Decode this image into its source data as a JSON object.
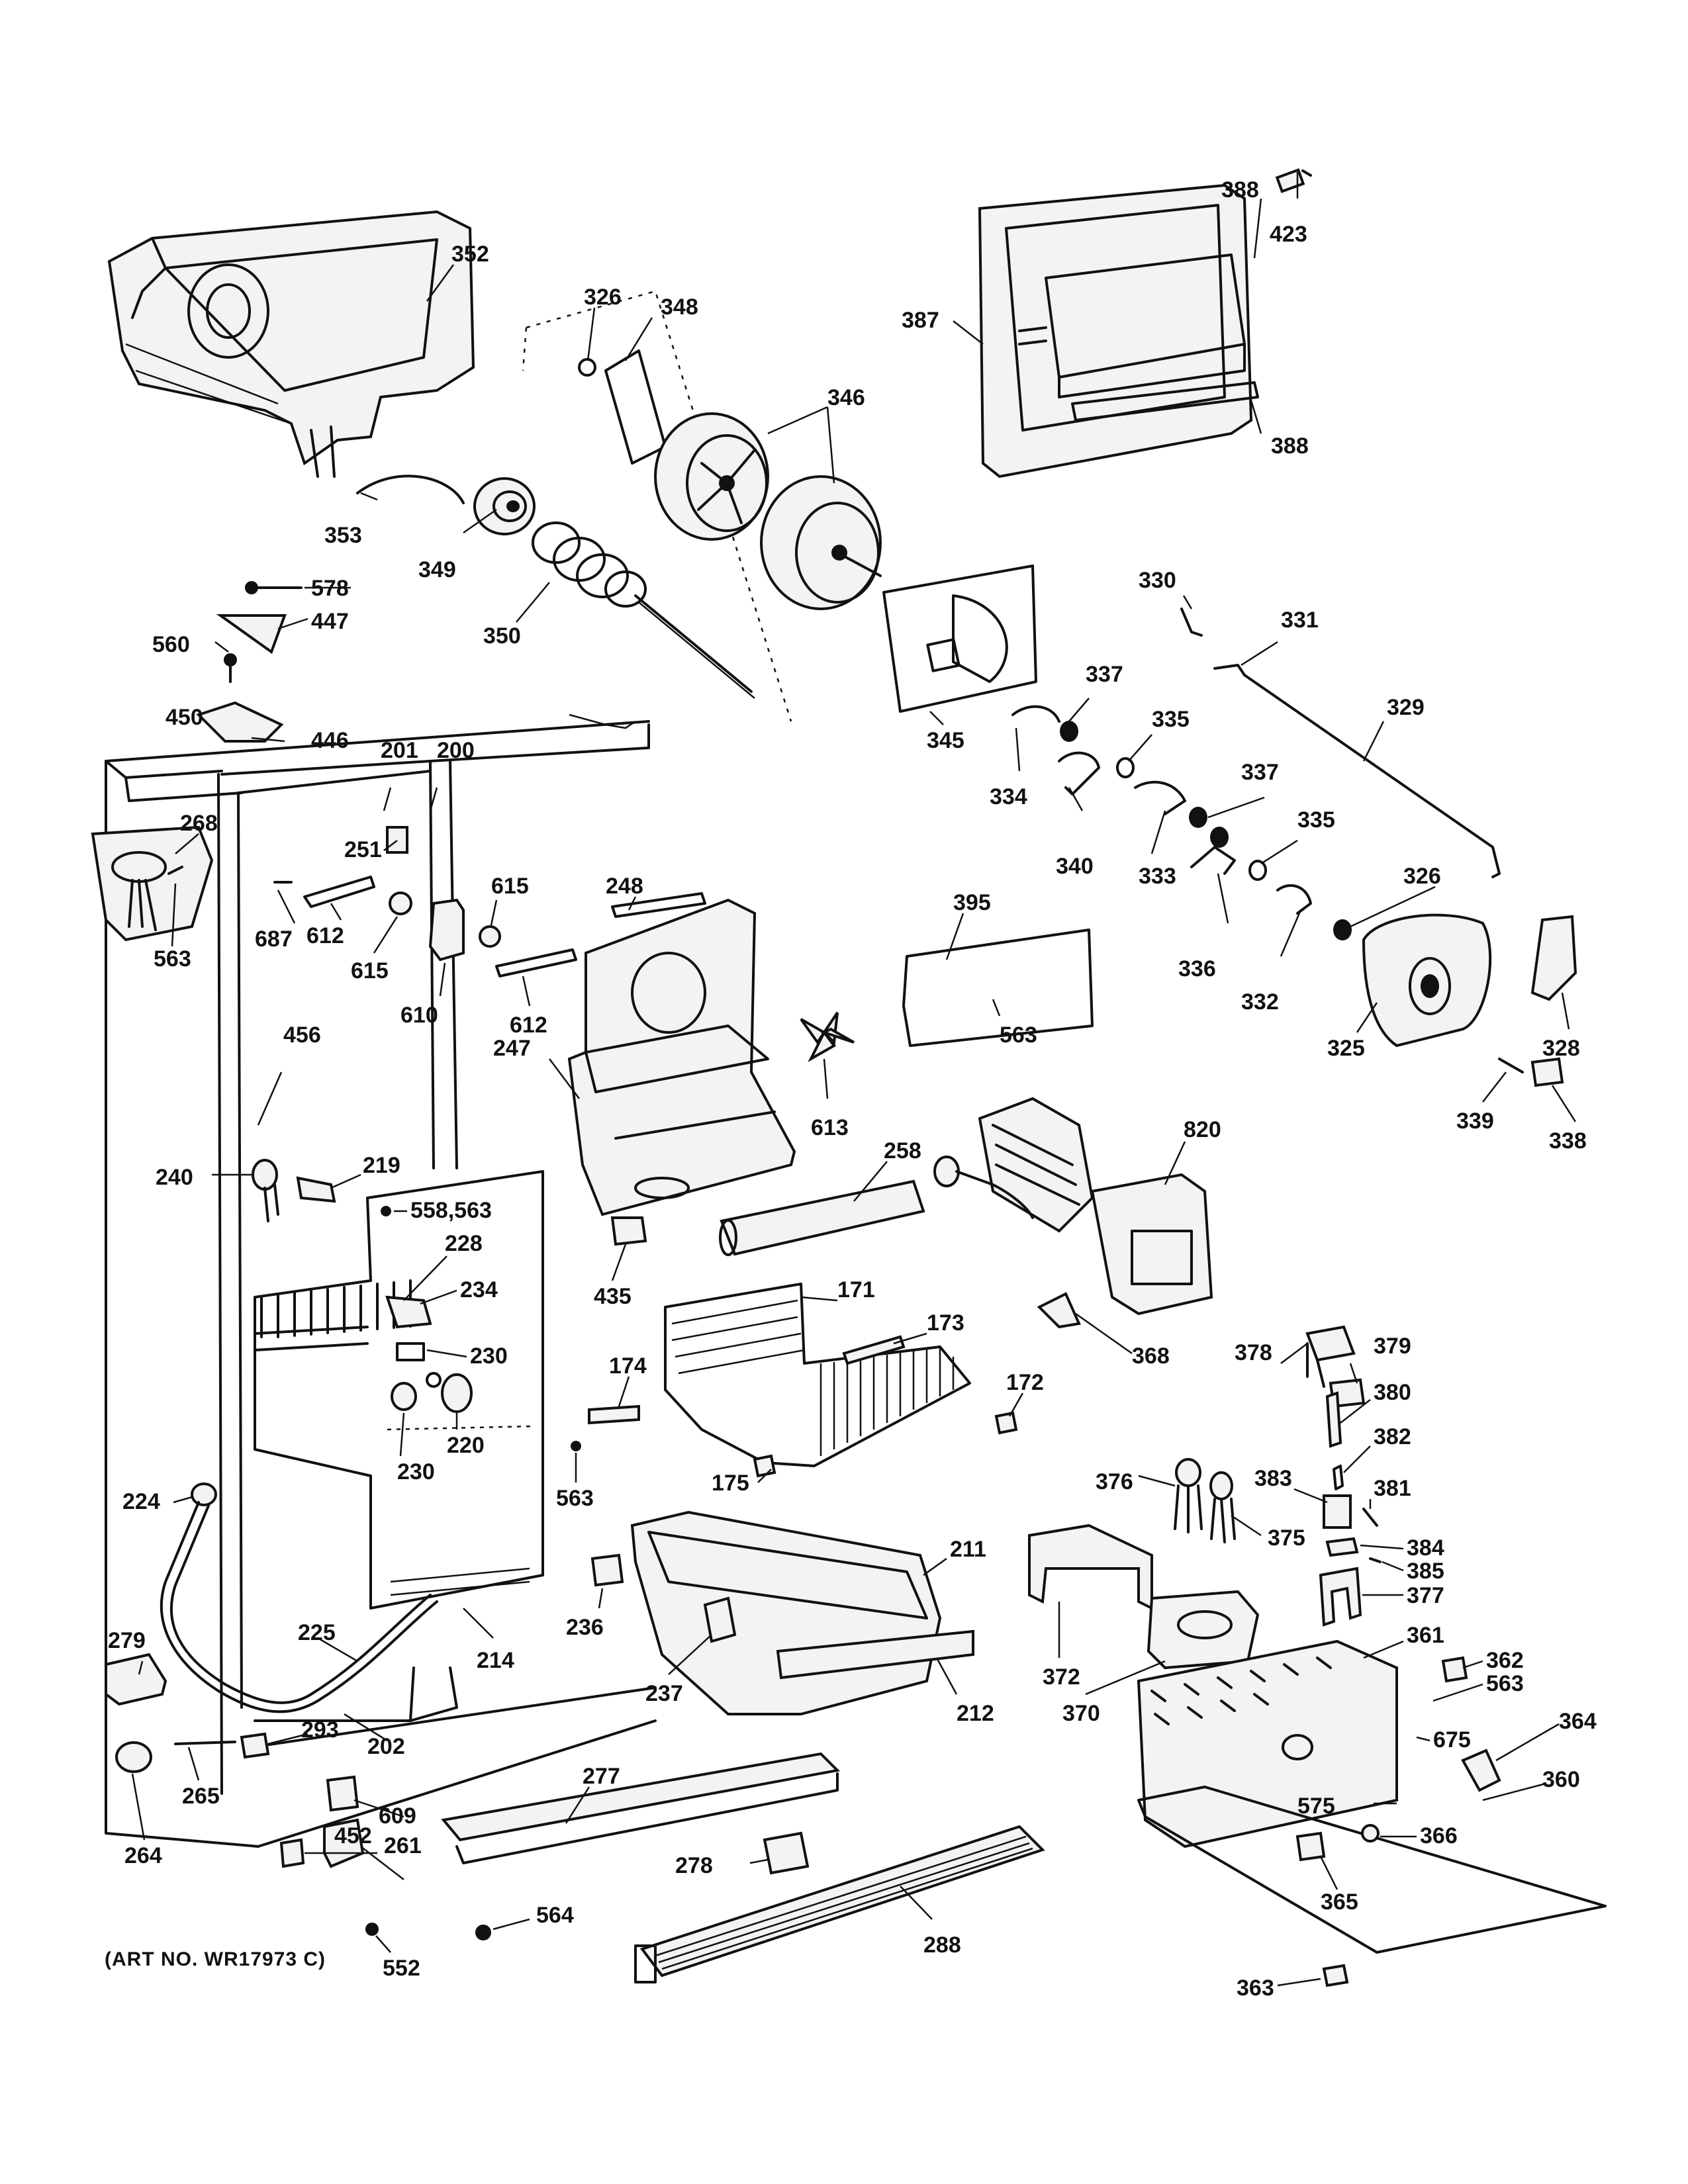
{
  "art_number": "(ART NO. WR17973 C)",
  "callouts": {
    "c352": "352",
    "c326a": "326",
    "c348": "348",
    "c346": "346",
    "c388a": "388",
    "c423": "423",
    "c387": "387",
    "c388b": "388",
    "c353": "353",
    "c349": "349",
    "c350": "350",
    "c578": "578",
    "c447": "447",
    "c560": "560",
    "c450": "450",
    "c446": "446",
    "c201": "201",
    "c200": "200",
    "c330": "330",
    "c331": "331",
    "c337a": "337",
    "c329": "329",
    "c345": "345",
    "c334": "334",
    "c335a": "335",
    "c337b": "337",
    "c340": "340",
    "c333": "333",
    "c335b": "335",
    "c326b": "326",
    "c336": "336",
    "c332": "332",
    "c328": "328",
    "c325": "325",
    "c339": "339",
    "c338": "338",
    "c268": "268",
    "c563a": "563",
    "c251": "251",
    "c687": "687",
    "c612a": "612",
    "c615a": "615",
    "c615b": "615",
    "c610": "610",
    "c612b": "612",
    "c248": "248",
    "c395": "395",
    "c563b": "563",
    "c456": "456",
    "c247": "247",
    "c613": "613",
    "c240": "240",
    "c219": "219",
    "c558": "558,563",
    "c228": "228",
    "c258": "258",
    "c820": "820",
    "c234": "234",
    "c230a": "230",
    "c220": "220",
    "c230b": "230",
    "c435": "435",
    "c171": "171",
    "c173": "173",
    "c174": "174",
    "c172": "172",
    "c368": "368",
    "c378": "378",
    "c379": "379",
    "c380": "380",
    "c382": "382",
    "c383": "383",
    "c381": "381",
    "c376": "376",
    "c375": "375",
    "c384": "384",
    "c385": "385",
    "c377": "377",
    "c563c": "563",
    "c175": "175",
    "c224": "224",
    "c211": "211",
    "c236": "236",
    "c237": "237",
    "c212": "212",
    "c372": "372",
    "c370": "370",
    "c361": "361",
    "c362": "362",
    "c563d": "563",
    "c675": "675",
    "c364": "364",
    "c279": "279",
    "c225": "225",
    "c214": "214",
    "c202": "202",
    "c293": "293",
    "c265": "265",
    "c264": "264",
    "c277": "277",
    "c609": "609",
    "c452": "452",
    "c261": "261",
    "c278": "278",
    "c575": "575",
    "c366": "366",
    "c360": "360",
    "c365": "365",
    "c564": "564",
    "c552": "552",
    "c288": "288",
    "c363": "363"
  }
}
